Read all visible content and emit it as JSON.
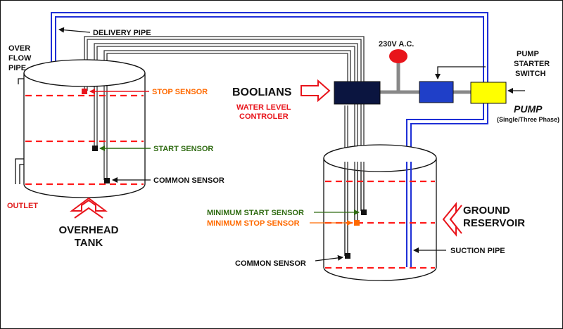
{
  "colors": {
    "pipe_blue": "#1e2fd6",
    "controller": "#0b1540",
    "starter": "#1f3fc8",
    "pump": "#ffff00",
    "supply": "#e8141b",
    "level_line": "#ff1a1a",
    "orange": "#ff6a00",
    "green": "#2f6b12",
    "red_text": "#e01b1b",
    "outline": "#111111"
  },
  "labels": {
    "overflow_pipe": [
      "OVER",
      "FLOW",
      "PIPE"
    ],
    "delivery_pipe": "DELIVERY PIPE",
    "stop_sensor": "STOP SENSOR",
    "start_sensor": "START SENSOR",
    "common_sensor_top": "COMMON SENSOR",
    "outlet": "OUTLET",
    "overhead_tank": [
      "OVERHEAD",
      "TANK"
    ],
    "brand": "BOOLIANS",
    "controller": [
      "WATER LEVEL",
      "CONTROLER"
    ],
    "supply": "230V A.C.",
    "pump_starter_switch": [
      "PUMP",
      "STARTER",
      "SWITCH"
    ],
    "pump": "PUMP",
    "pump_phase": "(Single/Three Phase)",
    "minimum_start_sensor": "MINIMUM START SENSOR",
    "minimum_stop_sensor": "MINIMUM STOP SENSOR",
    "common_sensor_bottom": "COMMON SENSOR",
    "ground_reservoir": [
      "GROUND",
      "RESERVOIR"
    ],
    "suction_pipe": "SUCTION PIPE"
  }
}
